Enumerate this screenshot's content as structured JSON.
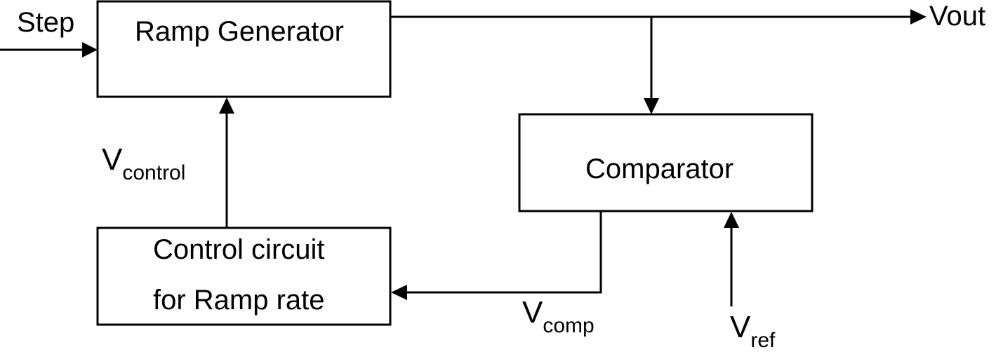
{
  "blocks": {
    "ramp_generator": "Ramp Generator",
    "comparator": "Comparator",
    "control_circuit": {
      "line1": "Control circuit",
      "line2": "for Ramp rate"
    }
  },
  "signals": {
    "step": "Step",
    "vout": "Vout",
    "vcontrol": {
      "main": "V",
      "sub": "control"
    },
    "vcomp": {
      "main": "V",
      "sub": "comp"
    },
    "vref": {
      "main": "V",
      "sub": "ref"
    }
  }
}
